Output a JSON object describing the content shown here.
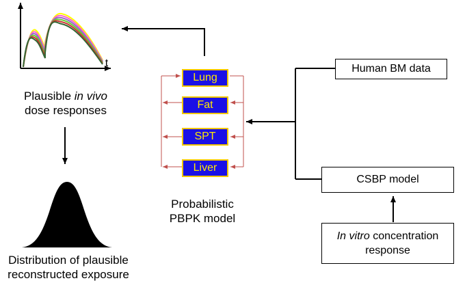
{
  "plot": {
    "axis_label_t": "t"
  },
  "responses": {
    "line1_prefix": "Plausible ",
    "line1_italic": "in vivo",
    "line2": "dose responses"
  },
  "distribution": {
    "line1": "Distribution of  plausible",
    "line2": "reconstructed exposure"
  },
  "pbpk": {
    "organs": [
      "Lung",
      "Fat",
      "SPT",
      "Liver"
    ],
    "label_line1": "Probabilistic",
    "label_line2": "PBPK model",
    "organ_fill": "#1a10e6",
    "organ_border": "#f2c700",
    "organ_text": "#ffe800",
    "arrow_color": "#c0504d"
  },
  "boxes": {
    "human_bm": "Human BM data",
    "csbp": "CSBP  model",
    "invitro_italic": "In vitro",
    "invitro_rest": " concentration",
    "invitro_line2": "response"
  },
  "curve_colors": [
    "#ffff00",
    "#ff66cc",
    "#9966cc",
    "#66cc33",
    "#cc3333",
    "#336633"
  ]
}
